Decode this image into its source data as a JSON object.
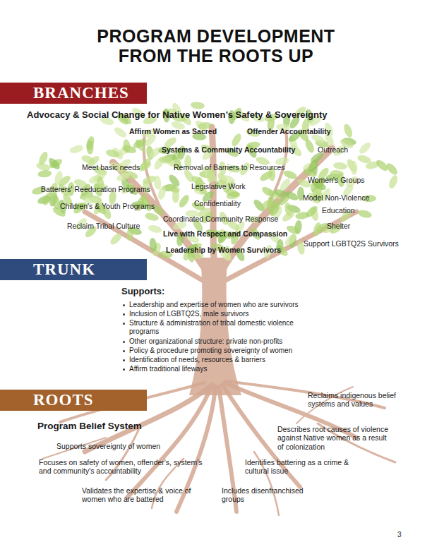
{
  "diagram": {
    "title": "PROGRAM DEVELOPMENT FROM THE ROOTS UP",
    "nodes": [
      {
        "text": [
          "BRANCHES"
        ]
      },
      {
        "text": [
          "TRUNK"
        ]
      },
      {
        "text": [
          "ROOTS"
        ]
      }
    ],
    "labels": [
      "Advocacy & Social Change for Native Women’s Safety & Sovereignty",
      "Affirm Women as Sacred",
      "Offender Accountability",
      "Systems & Community Accountability",
      "Outreach",
      "Meet basic needs",
      "Removal of Barriers to Resources",
      "Women's Groups",
      "Batterers' Reeducation Programs",
      "Legislative Work",
      "Model Non-Violence",
      "Children's & Youth Programs",
      "Confidentiality",
      "Education",
      "Coordinated Community Response",
      "Reclaim Tribal Culture",
      "Shelter",
      "Live with Respect and Compassion",
      "Support LGBTQ2S Survivors",
      "Leadership by Women Survivors",
      "Supports:",
      "Leadership and expertise of women who are survivors",
      "Inclusion of LGBTQ2S, male survivors",
      "Structure & administration of tribal domestic violence programs",
      "Other organizational structure: private non-profits",
      "Policy & procedure promoting sovereignty of women",
      "Identification of needs, resources & barriers",
      "Affirm traditional lifeways",
      "Reclaims indigenous belief systems and values",
      "Program Belief System",
      "Describes root causes of violence against Native women as a result of colonization",
      "Supports sovereignty of women",
      "Focuses on safety of women, offender's, system's and community's accountability",
      "Identifies battering as a crime & cultural issue",
      "Validates the expertise & voice of women who are battered",
      "Includes disenfranchised groups",
      "3"
    ]
  }
}
